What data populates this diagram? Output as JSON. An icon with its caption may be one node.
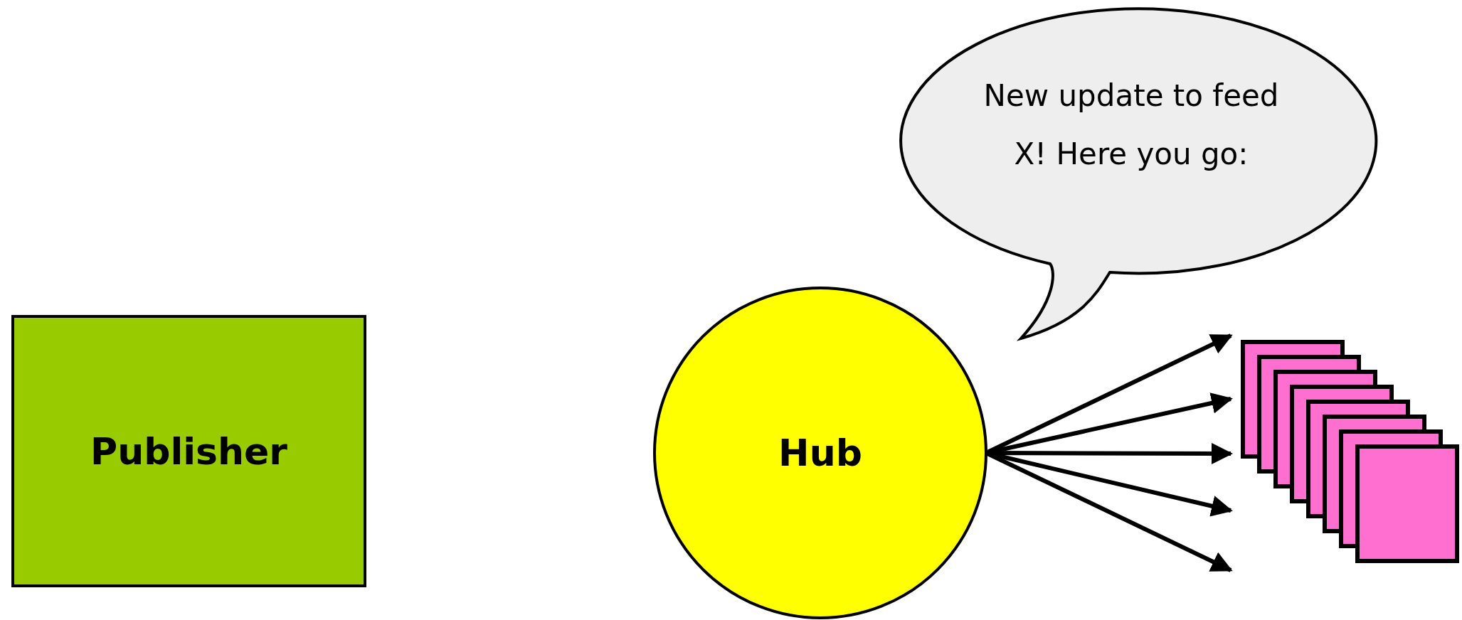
{
  "diagram": {
    "nodes": [
      {
        "text": [
          "Publisher"
        ]
      },
      {
        "text": [
          "Hub"
        ]
      },
      {
        "text": [
          "New update to feed X! Here you go:"
        ]
      },
      {
        "text": [],
        "shape": "stack"
      }
    ],
    "edges": [
      {
        "from": 1,
        "to": 3,
        "arrow": "to"
      },
      {
        "from": 1,
        "to": 3,
        "arrow": "to"
      },
      {
        "from": 1,
        "to": 3,
        "arrow": "to"
      },
      {
        "from": 1,
        "to": 3,
        "arrow": "to"
      },
      {
        "from": 1,
        "to": 3,
        "arrow": "to"
      }
    ]
  }
}
